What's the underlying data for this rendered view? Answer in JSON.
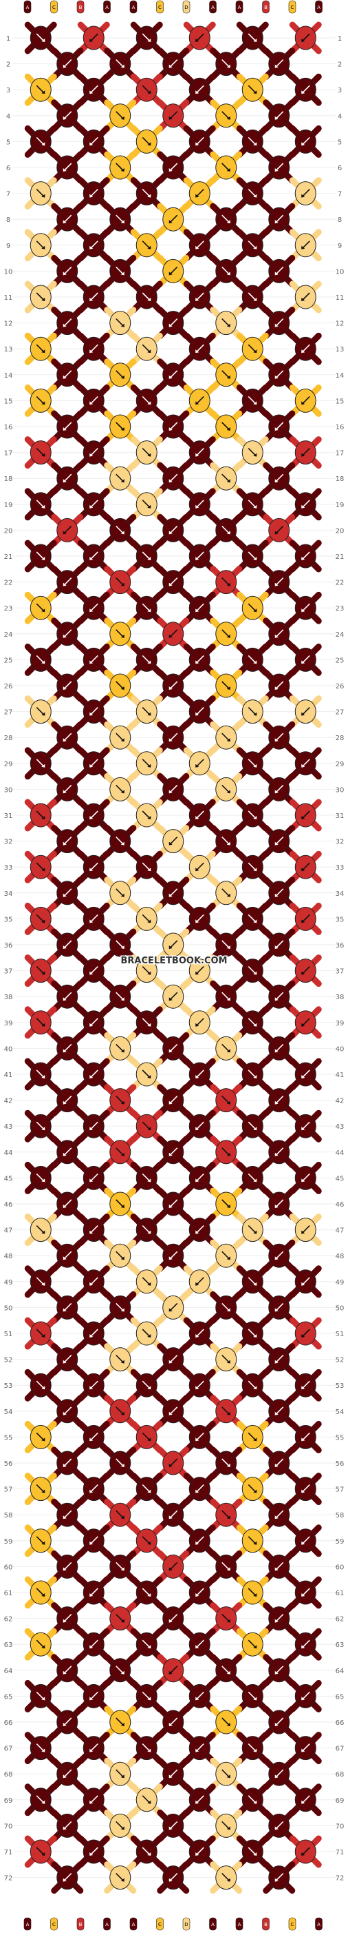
{
  "watermark": "BRACELETBOOK.COM",
  "colors": {
    "A": "#5c0308",
    "B": "#cc2d2d",
    "C": "#fbc02d",
    "D": "#fbd587"
  },
  "strings": [
    "A",
    "C",
    "B",
    "A",
    "A",
    "C",
    "D",
    "A",
    "A",
    "B",
    "C",
    "A"
  ],
  "row_count": 72,
  "row_labels": [
    "1",
    "2",
    "3",
    "4",
    "5",
    "6",
    "7",
    "8",
    "9",
    "10",
    "11",
    "12",
    "13",
    "14",
    "15",
    "16",
    "17",
    "18",
    "19",
    "20",
    "21",
    "22",
    "23",
    "24",
    "25",
    "26",
    "27",
    "28",
    "29",
    "30",
    "31",
    "32",
    "33",
    "34",
    "35",
    "36",
    "37",
    "38",
    "39",
    "40",
    "41",
    "42",
    "43",
    "44",
    "45",
    "46",
    "47",
    "48",
    "49",
    "50",
    "51",
    "52",
    "53",
    "54",
    "55",
    "56",
    "57",
    "58",
    "59",
    "60",
    "61",
    "62",
    "63",
    "64",
    "65",
    "66",
    "67",
    "68",
    "69",
    "70",
    "71",
    "72"
  ],
  "knots": [
    [
      "A",
      "B",
      "A",
      "B",
      "A",
      "B"
    ],
    [
      "A",
      "A",
      "A",
      "A",
      "A"
    ],
    [
      "C",
      "A",
      "B",
      "A",
      "C",
      "A"
    ],
    [
      "A",
      "C",
      "B",
      "C",
      "A"
    ],
    [
      "A",
      "A",
      "C",
      "A",
      "A",
      "A"
    ],
    [
      "A",
      "C",
      "A",
      "C",
      "A"
    ],
    [
      "D",
      "A",
      "A",
      "C",
      "A",
      "D"
    ],
    [
      "A",
      "A",
      "C",
      "A",
      "A"
    ],
    [
      "D",
      "A",
      "C",
      "A",
      "A",
      "D"
    ],
    [
      "A",
      "A",
      "C",
      "A",
      "A"
    ],
    [
      "D",
      "A",
      "A",
      "A",
      "A",
      "D"
    ],
    [
      "A",
      "D",
      "A",
      "D",
      "A"
    ],
    [
      "C",
      "A",
      "D",
      "A",
      "C",
      "A"
    ],
    [
      "A",
      "C",
      "A",
      "C",
      "A"
    ],
    [
      "C",
      "A",
      "A",
      "C",
      "A",
      "C"
    ],
    [
      "A",
      "C",
      "A",
      "C",
      "A"
    ],
    [
      "B",
      "A",
      "D",
      "A",
      "D",
      "B"
    ],
    [
      "A",
      "D",
      "A",
      "D",
      "A"
    ],
    [
      "A",
      "A",
      "D",
      "A",
      "A",
      "A"
    ],
    [
      "B",
      "A",
      "A",
      "A",
      "B"
    ],
    [
      "A",
      "A",
      "A",
      "A",
      "A",
      "A"
    ],
    [
      "A",
      "B",
      "A",
      "B",
      "A"
    ],
    [
      "C",
      "A",
      "A",
      "A",
      "C",
      "A"
    ],
    [
      "A",
      "C",
      "B",
      "C",
      "A"
    ],
    [
      "A",
      "A",
      "A",
      "A",
      "A",
      "A"
    ],
    [
      "A",
      "C",
      "A",
      "C",
      "A"
    ],
    [
      "D",
      "A",
      "D",
      "A",
      "D",
      "D"
    ],
    [
      "A",
      "D",
      "A",
      "D",
      "A"
    ],
    [
      "A",
      "A",
      "D",
      "D",
      "A",
      "A"
    ],
    [
      "A",
      "D",
      "A",
      "D",
      "A"
    ],
    [
      "B",
      "A",
      "D",
      "A",
      "A",
      "B"
    ],
    [
      "A",
      "A",
      "D",
      "A",
      "A"
    ],
    [
      "B",
      "A",
      "A",
      "D",
      "A",
      "B"
    ],
    [
      "A",
      "D",
      "A",
      "D",
      "A"
    ],
    [
      "B",
      "A",
      "D",
      "A",
      "A",
      "B"
    ],
    [
      "A",
      "A",
      "D",
      "A",
      "A"
    ],
    [
      "B",
      "A",
      "D",
      "D",
      "A",
      "B"
    ],
    [
      "A",
      "A",
      "D",
      "A",
      "A"
    ],
    [
      "B",
      "A",
      "A",
      "D",
      "A",
      "B"
    ],
    [
      "A",
      "D",
      "A",
      "D",
      "A"
    ],
    [
      "A",
      "A",
      "D",
      "A",
      "A",
      "A"
    ],
    [
      "A",
      "B",
      "A",
      "B",
      "A"
    ],
    [
      "A",
      "A",
      "B",
      "A",
      "A",
      "A"
    ],
    [
      "A",
      "B",
      "A",
      "B",
      "A"
    ],
    [
      "A",
      "A",
      "A",
      "A",
      "A",
      "A"
    ],
    [
      "A",
      "C",
      "A",
      "C",
      "A"
    ],
    [
      "D",
      "A",
      "A",
      "A",
      "D",
      "D"
    ],
    [
      "A",
      "D",
      "A",
      "D",
      "A"
    ],
    [
      "A",
      "A",
      "D",
      "D",
      "A",
      "A"
    ],
    [
      "A",
      "A",
      "D",
      "A",
      "A"
    ],
    [
      "B",
      "A",
      "D",
      "A",
      "A",
      "B"
    ],
    [
      "A",
      "D",
      "A",
      "D",
      "A"
    ],
    [
      "A",
      "A",
      "A",
      "A",
      "A",
      "A"
    ],
    [
      "A",
      "B",
      "A",
      "B",
      "A"
    ],
    [
      "C",
      "A",
      "B",
      "A",
      "C",
      "A"
    ],
    [
      "A",
      "A",
      "B",
      "A",
      "A"
    ],
    [
      "C",
      "A",
      "A",
      "A",
      "C",
      "A"
    ],
    [
      "A",
      "B",
      "A",
      "B",
      "A"
    ],
    [
      "C",
      "A",
      "B",
      "A",
      "C",
      "A"
    ],
    [
      "A",
      "A",
      "B",
      "A",
      "A"
    ],
    [
      "C",
      "A",
      "A",
      "A",
      "C",
      "A"
    ],
    [
      "A",
      "B",
      "A",
      "B",
      "A"
    ],
    [
      "C",
      "A",
      "A",
      "A",
      "C",
      "A"
    ],
    [
      "A",
      "A",
      "B",
      "A",
      "A"
    ],
    [
      "A",
      "A",
      "A",
      "A",
      "A",
      "A"
    ],
    [
      "A",
      "C",
      "A",
      "C",
      "A"
    ],
    [
      "A",
      "A",
      "A",
      "A",
      "A",
      "A"
    ],
    [
      "A",
      "D",
      "A",
      "D",
      "A"
    ],
    [
      "A",
      "A",
      "D",
      "A",
      "A",
      "A"
    ],
    [
      "A",
      "D",
      "A",
      "D",
      "A"
    ],
    [
      "B",
      "A",
      "A",
      "A",
      "A",
      "B"
    ],
    [
      "A",
      "D",
      "A",
      "D",
      "A"
    ]
  ]
}
